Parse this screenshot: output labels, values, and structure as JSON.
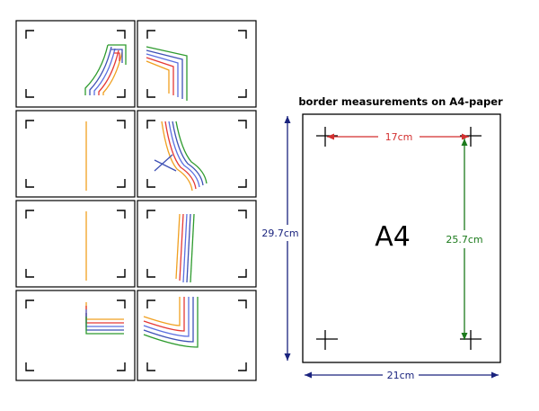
{
  "diagram": {
    "heading": "border measurements on A4-paper",
    "sheet_label": "A4",
    "width_inner": "17cm",
    "height_inner": "25.7cm",
    "height_full": "29.7cm",
    "width_full": "21cm"
  },
  "colors": {
    "ink": "#000000",
    "dimension_blue": "#1a237e",
    "dimension_red": "#d32f2f",
    "dimension_green": "#1b7a1b",
    "pattern_lines": [
      "#2e9b2e",
      "#3f51b5",
      "#5b6fe0",
      "#e53935",
      "#f0a020"
    ]
  },
  "tile_grid": {
    "columns": 2,
    "rows": 4
  }
}
